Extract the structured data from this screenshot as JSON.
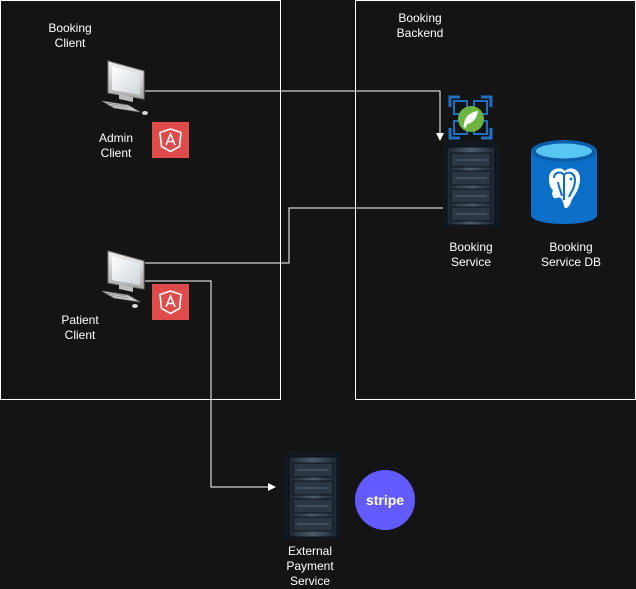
{
  "groups": {
    "client": {
      "title_line1": "Booking",
      "title_line2": "Client"
    },
    "backend": {
      "title_line1": "Booking",
      "title_line2": "Backend"
    }
  },
  "nodes": {
    "admin_client": {
      "line1": "Admin",
      "line2": "Client",
      "icon": "computer-icon",
      "badge": "angular-icon"
    },
    "patient_client": {
      "line1": "Patient",
      "line2": "Client",
      "icon": "computer-icon",
      "badge": "angular-icon"
    },
    "booking_service": {
      "line1": "Booking",
      "line2": "Service",
      "icon": "server-icon",
      "badge": "spring-icon"
    },
    "booking_db": {
      "line1": "Booking",
      "line2": "Service DB",
      "icon": "postgresql-database-icon"
    },
    "payment_service": {
      "line1": "External",
      "line2": "Payment",
      "line3": "Service",
      "icon": "server-icon",
      "badge": "stripe-icon",
      "badge_text": "stripe"
    }
  },
  "colors": {
    "background": "#141414",
    "border": "#ffffff",
    "text": "#ffffff",
    "angular": "#dd4b4b",
    "spring_frame": "#1e6fc0",
    "spring": "#6db33f",
    "postgres_db": "#0b6fc7",
    "postgres_top": "#58c6f2",
    "stripe": "#635bff"
  }
}
